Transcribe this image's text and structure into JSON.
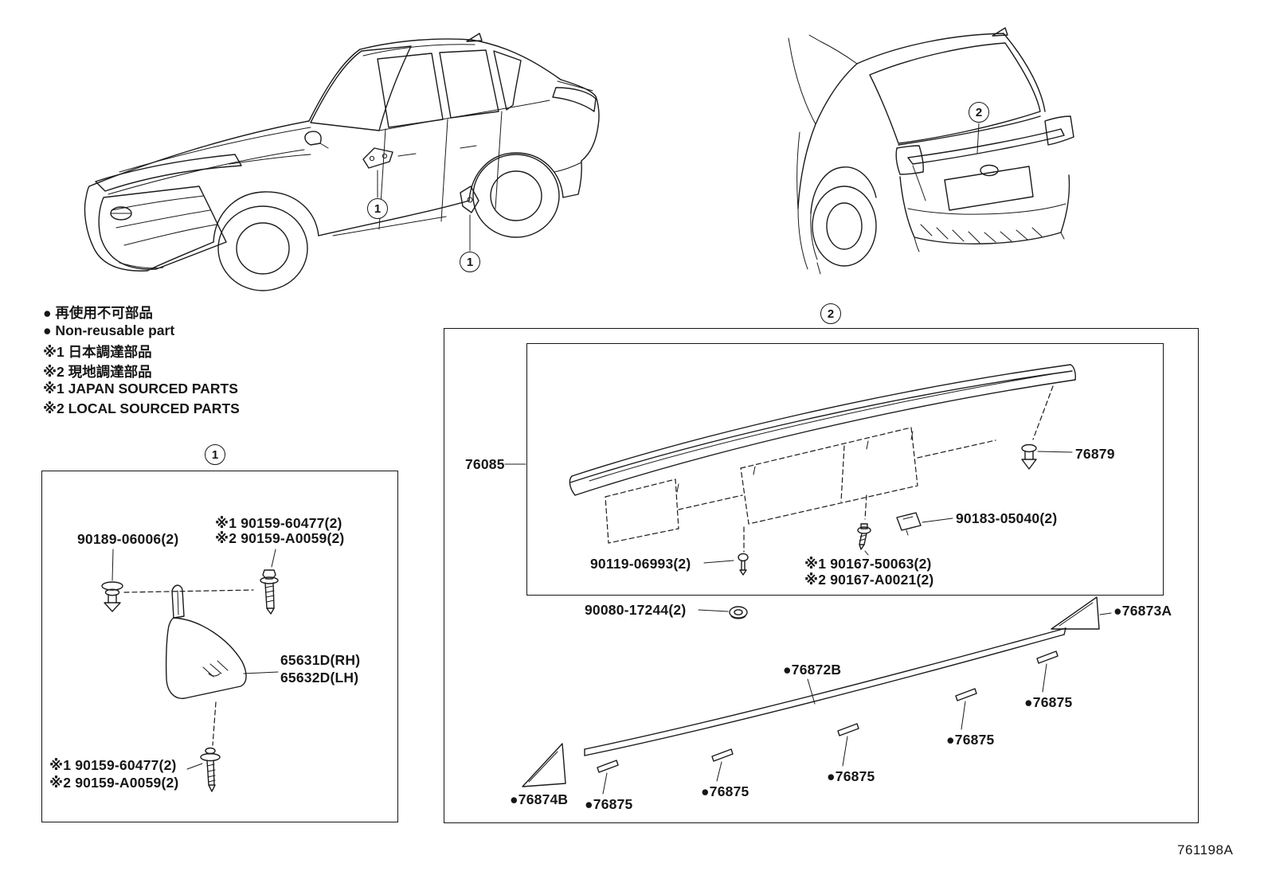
{
  "page": {
    "figure_code": "761198A"
  },
  "legend": {
    "lines": [
      "● 再使用不可部品",
      "● Non-reusable part",
      "※1 日本調達部品",
      "※2 現地調達部品",
      "※1 JAPAN SOURCED PARTS",
      "※2 LOCAL SOURCED PARTS"
    ]
  },
  "callouts": {
    "c1": "1",
    "c2": "2"
  },
  "box1": {
    "clip": "90189-06006(2)",
    "screw_top_line1": "※1 90159-60477(2)",
    "screw_top_line2": "※2 90159-A0059(2)",
    "mudguard_rh": "65631D(RH)",
    "mudguard_lh": "65632D(LH)",
    "screw_bottom_line1": "※1 90159-60477(2)",
    "screw_bottom_line2": "※2 90159-A0059(2)"
  },
  "box2": {
    "spoiler": "76085",
    "clip_a": "76879",
    "clip_b": "90183-05040(2)",
    "bolt": "90119-06993(2)",
    "grommet_line1": "※1 90167-50063(2)",
    "grommet_line2": "※2 90167-A0021(2)",
    "nut": "90080-17244(2)",
    "corner_right": "●76873A",
    "molding": "●76872B",
    "pad": "●76875",
    "corner_left": "●76874B"
  }
}
